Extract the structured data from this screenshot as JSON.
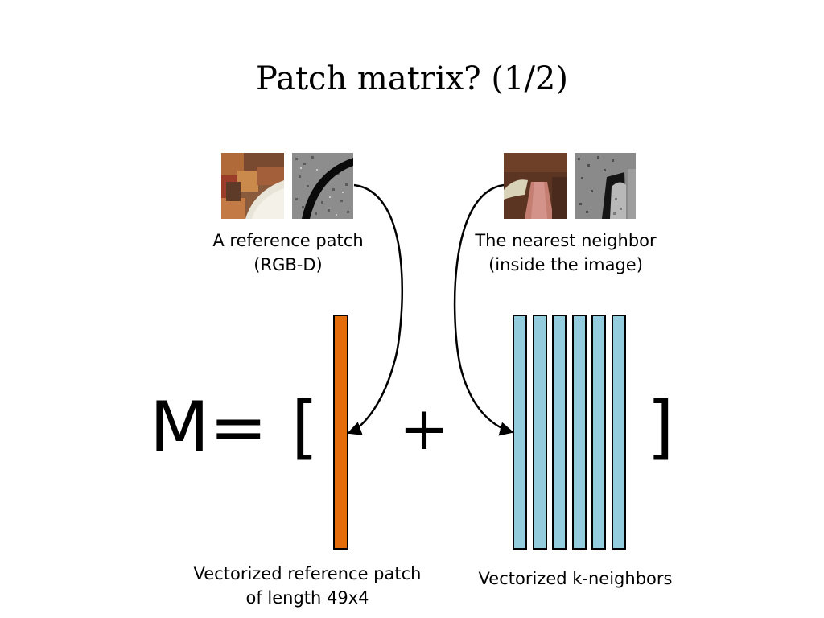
{
  "slide": {
    "title": "Patch matrix? (1/2)"
  },
  "captions": {
    "reference_patch": [
      "A reference patch",
      "(RGB-D)"
    ],
    "nearest_neighbor": [
      "The nearest neighbor",
      "(inside the image)"
    ],
    "vectorized_reference": [
      "Vectorized reference patch",
      "of length 49x4"
    ],
    "vectorized_neighbors": [
      "Vectorized k-neighbors"
    ]
  },
  "equation": {
    "lhs": "M=",
    "open_bracket": "[",
    "plus": "+",
    "close_bracket": "]"
  },
  "neighbor_bar_count": 6,
  "colors": {
    "reference_bar": "#e46c0a",
    "neighbor_bars": "#93cddd"
  }
}
